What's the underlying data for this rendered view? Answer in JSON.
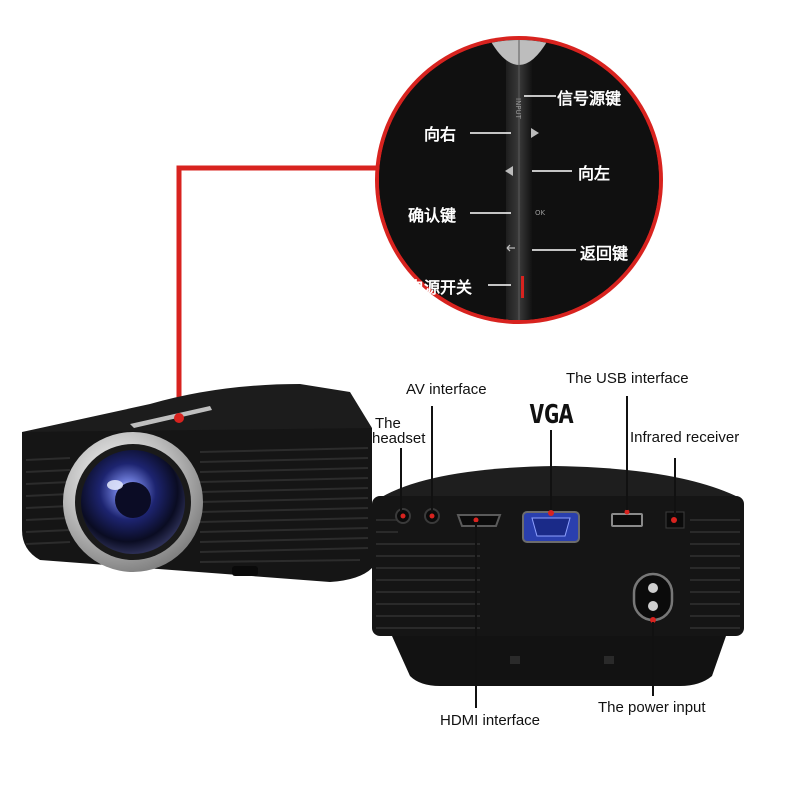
{
  "colors": {
    "accent": "#d8231f",
    "body": "#161616",
    "lens_ring": "#c9c9c9"
  },
  "button_panel": {
    "input_label": "信号源键",
    "right_label": "向右",
    "left_label": "向左",
    "ok_label": "确认键",
    "back_label": "返回键",
    "power_label": "电源开关",
    "input_mark": "INPUT",
    "ok_mark": "OK"
  },
  "rear_ports": {
    "vga_big": "VGA",
    "av": "AV interface",
    "headset_line1": "The",
    "headset_line2": "headset",
    "usb": "The USB interface",
    "infrared": "Infrared receiver",
    "hdmi": "HDMI interface",
    "power": "The power input"
  },
  "icons": [
    "triangle-right-icon",
    "triangle-left-icon",
    "back-arrow-icon",
    "power-slider-icon"
  ]
}
